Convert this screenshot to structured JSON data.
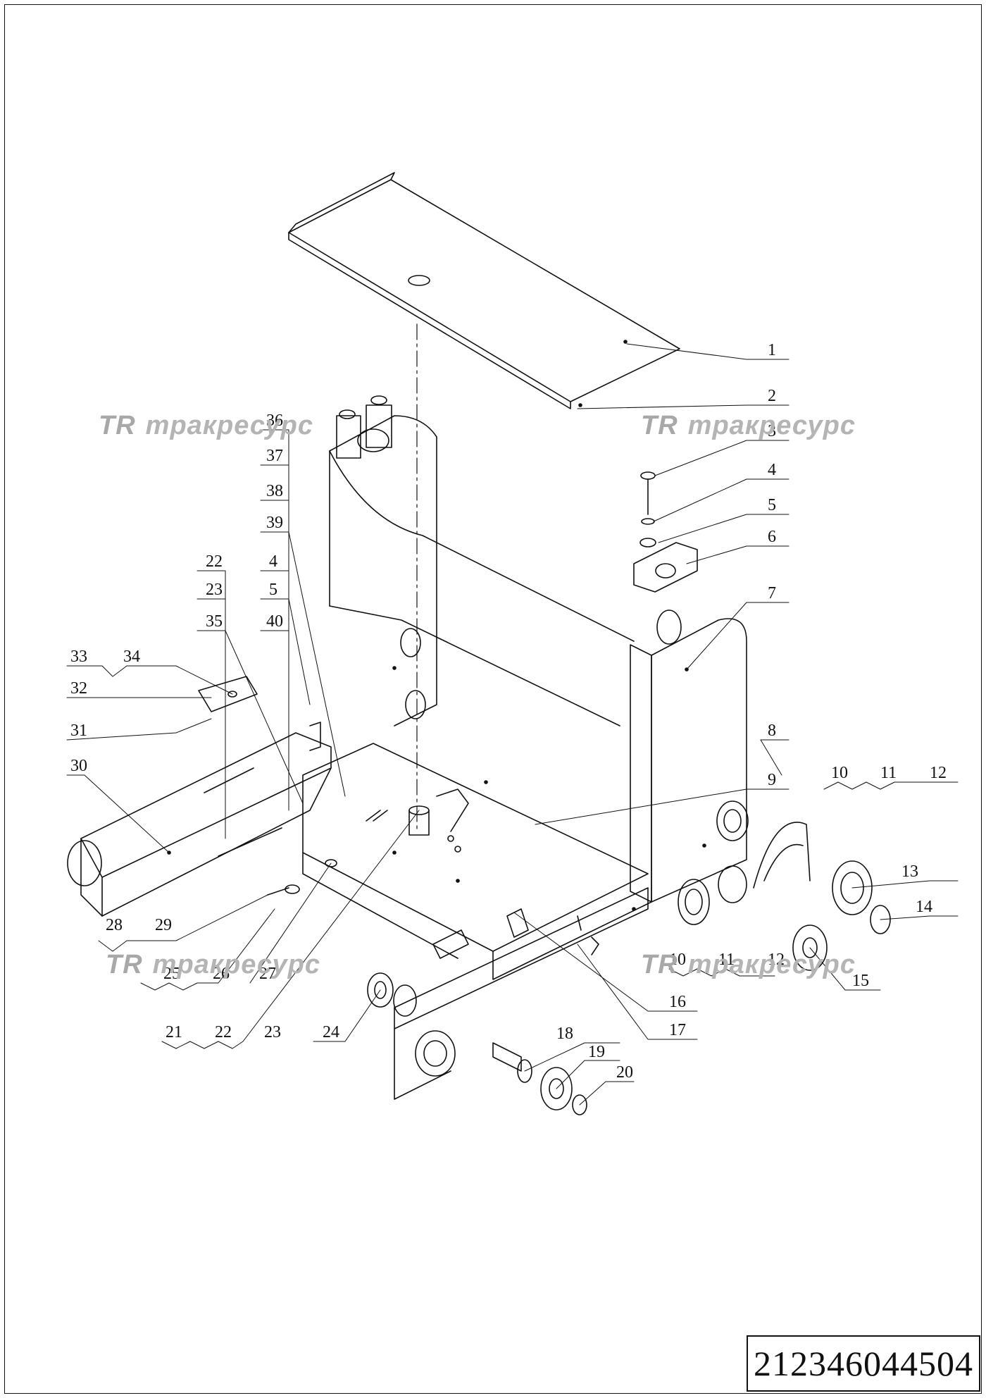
{
  "watermark": {
    "logo": "TR",
    "brand": "тракресурс"
  },
  "part_number": "212346044504",
  "labels": {
    "n1": "1",
    "n2": "2",
    "n3": "3",
    "n4": "4",
    "n5": "5",
    "n6": "6",
    "n7": "7",
    "n8": "8",
    "n9": "9",
    "n10": "10",
    "n11": "11",
    "n12": "12",
    "n13": "13",
    "n14": "14",
    "n15": "15",
    "n16": "16",
    "n17": "17",
    "n18": "18",
    "n19": "19",
    "n20": "20",
    "n21": "21",
    "n22": "22",
    "n23": "23",
    "n24": "24",
    "n25": "25",
    "n26": "26",
    "n27": "27",
    "n28": "28",
    "n29": "29",
    "n30": "30",
    "n31": "31",
    "n32": "32",
    "n33": "33",
    "n34": "34",
    "n35": "35",
    "n36": "36",
    "n37": "37",
    "n38": "38",
    "n39": "39",
    "n40": "40"
  }
}
